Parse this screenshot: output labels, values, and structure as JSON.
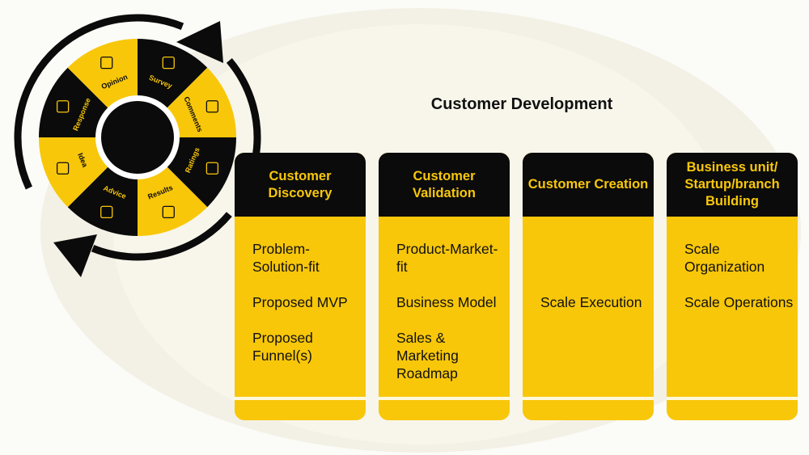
{
  "title": "Customer Development",
  "colors": {
    "accent": "#f8c70a",
    "dark": "#0b0b0b"
  },
  "wheel": {
    "segments": [
      {
        "label": "Survey",
        "icon": "clipboard-icon"
      },
      {
        "label": "Comments",
        "icon": "document-icon"
      },
      {
        "label": "Ratings",
        "icon": "stars-icon"
      },
      {
        "label": "Results",
        "icon": "chart-icon"
      },
      {
        "label": "Advice",
        "icon": "hand-icon"
      },
      {
        "label": "Idea",
        "icon": "lightbulb-icon"
      },
      {
        "label": "Response",
        "icon": "gears-icon"
      },
      {
        "label": "Opinion",
        "icon": "pointer-icon"
      }
    ]
  },
  "cards": [
    {
      "title": "Customer Discovery",
      "items": [
        "Problem-Solution-fit",
        "Proposed MVP",
        "Proposed Funnel(s)"
      ]
    },
    {
      "title": "Customer Validation",
      "items": [
        "Product-Market-fit",
        "Business Model",
        "Sales & Marketing Roadmap"
      ]
    },
    {
      "title": "Customer Creation",
      "items": [
        "Scale Execution"
      ]
    },
    {
      "title": "Business unit/ Startup/branch Building",
      "items": [
        "Scale Organization",
        "Scale Operations"
      ]
    }
  ]
}
